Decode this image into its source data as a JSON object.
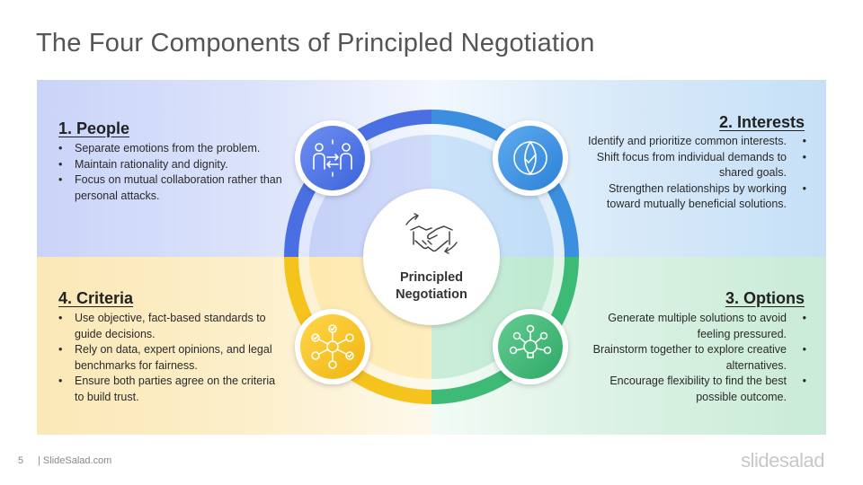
{
  "slide": {
    "title": "The Four Components of Principled Negotiation",
    "page_number": "5",
    "footer_text": "| SlideSalad.com",
    "logo_text": "slidesalad"
  },
  "center": {
    "line1": "Principled",
    "line2": "Negotiation",
    "icon": "handshake-icon"
  },
  "sections": {
    "people": {
      "title": "1. People",
      "icon": "people-exchange-icon",
      "color": "#4a6fe3",
      "bullets": [
        "Separate emotions from the problem.",
        "Maintain rationality and dignity.",
        "Focus on mutual collaboration rather than personal attacks."
      ]
    },
    "interests": {
      "title": "2. Interests",
      "icon": "overlapping-circles-icon",
      "color": "#3b8fde",
      "bullets": [
        "Identify and prioritize common interests.",
        "Shift focus from individual demands to shared goals.",
        "Strengthen relationships by working toward mutually beneficial solutions."
      ]
    },
    "options": {
      "title": "3. Options",
      "icon": "lightbulb-network-icon",
      "color": "#3dba76",
      "bullets": [
        "Generate multiple solutions to avoid feeling pressured.",
        "Brainstorm together to explore creative alternatives.",
        "Encourage flexibility to find the best possible outcome."
      ]
    },
    "criteria": {
      "title": "4. Criteria",
      "icon": "checklist-network-icon",
      "color": "#f4c31c",
      "bullets": [
        "Use objective, fact-based standards to guide decisions.",
        "Rely on data, expert opinions, and legal benchmarks for fairness.",
        "Ensure both parties agree on the criteria to build trust."
      ]
    }
  }
}
